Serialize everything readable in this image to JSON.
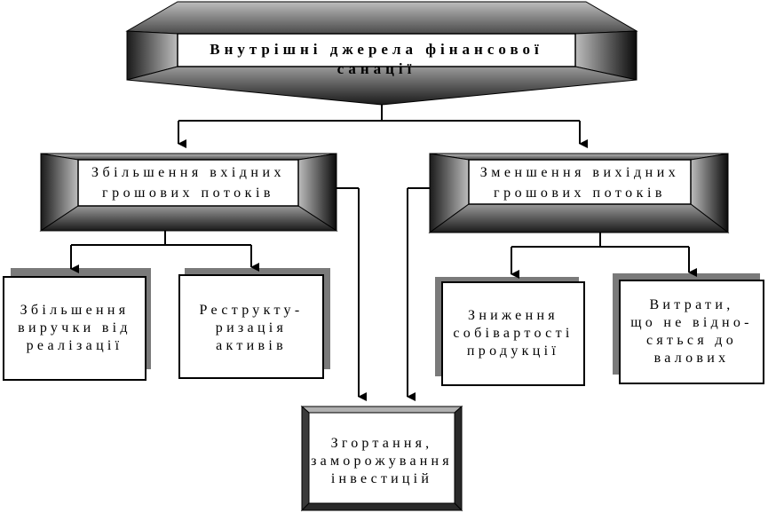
{
  "diagram": {
    "title": "Внутрішні джерела фінансової санації",
    "increase_inflows": "Збільшення вхідних\nгрошових потоків",
    "decrease_outflows": "Зменшення вихідних\nгрошових потоків",
    "revenue_growth": "Збільшення\nвиручки від\nреалізації",
    "asset_restructuring": "Реструкту-\nризація\nактивів",
    "cost_reduction": "Зниження\nсобівартості\nпродукції",
    "non_gross_costs": "Витрати,\nщо не відно-\nсяться до\nвалових",
    "investment_curtailment": "Згортання,\nзаморожування\nінвестицій"
  },
  "colors": {
    "line": "#000000",
    "shadow": "#7a7a7a",
    "box_fill": "#ffffff"
  }
}
